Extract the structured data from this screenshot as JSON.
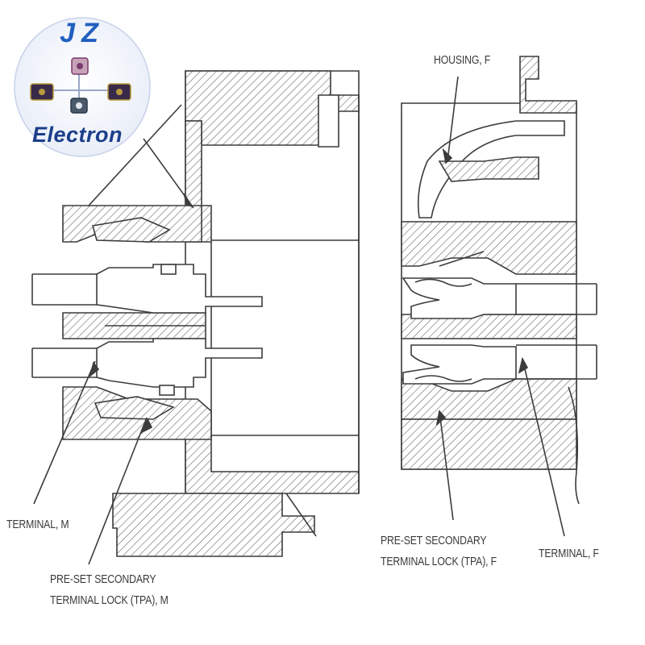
{
  "logo": {
    "monogram": "JZ",
    "name": "Electron",
    "colors": {
      "ring": "#1c3f8a",
      "text": "#1f5fbf",
      "part": "#7a3b6e"
    }
  },
  "callouts": {
    "housing_f": "HOUSING, F",
    "terminal_m": "TERMINAL, M",
    "tpa_m_line1": "PRE-SET SECONDARY",
    "tpa_m_line2": "TERMINAL LOCK (TPA), M",
    "tpa_f_line1": "PRE-SET SECONDARY",
    "tpa_f_line2": "TERMINAL LOCK (TPA), F",
    "terminal_f": "TERMINAL, F"
  },
  "colors": {
    "line": "#3c3c3c",
    "hatch": "#555555",
    "background": "#ffffff"
  }
}
